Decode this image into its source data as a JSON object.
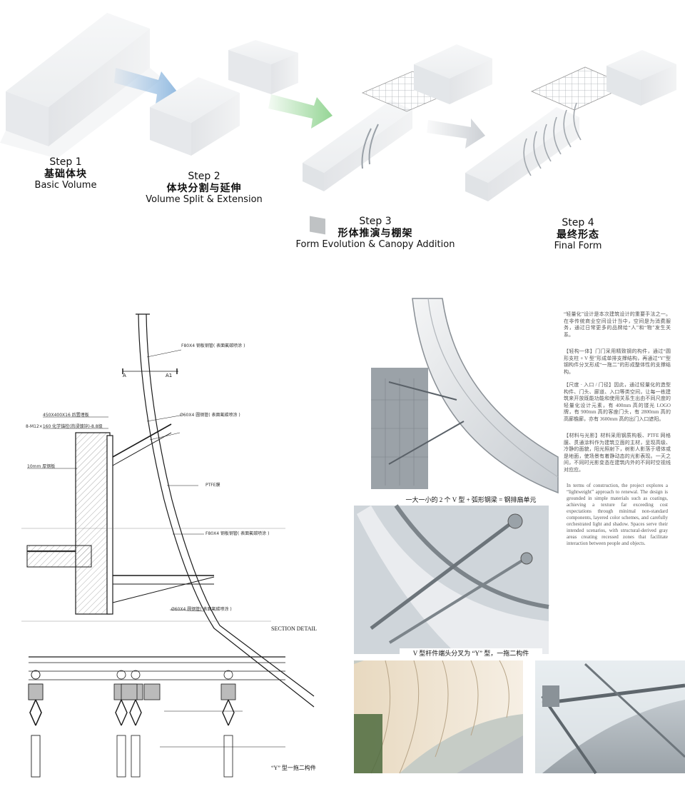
{
  "steps": [
    {
      "step": "Step 1",
      "cn": "基础体块",
      "en": "Basic Volume"
    },
    {
      "step": "Step 2",
      "cn": "体块分割与延伸",
      "en": "Volume Split & Extension"
    },
    {
      "step": "Step 3",
      "cn": "形体推演与棚架",
      "en": "Form Evolution & Canopy Addition"
    },
    {
      "step": "Step 4",
      "cn": "最终形态",
      "en": "Final Form"
    }
  ],
  "section_detail": {
    "title": "SECTION DETAIL",
    "labels": {
      "tube_top": "F80X4 钢板钢管( 表面氟碳喷涂 )",
      "tube_60_top": "Ø60X4 圆钢管( 表面氟碳喷涂 )",
      "tube_mid": "F80X4 钢板钢管( 表面氟碳喷涂 )",
      "tube_60_bottom": "Ø60X4 圆钢管( 表面氟碳喷涂 )",
      "plate": "450X400X16 后置埋板",
      "bolts": "8-M12×160 化学锚栓(热浸镀锌)-8.8级",
      "glass": "10mm 厚钢板",
      "membrane": "PTFE膜",
      "cut_a": "A",
      "cut_a1": "A1"
    }
  },
  "bottom_detail_caption": "“Y” 型一拖二构件",
  "photo_captions": {
    "photo1": "一大一小的 2 个 V 型 + 弧形钢梁 = 钢排扇单元",
    "photo2": "V 型杆件端头分叉为 “Y” 型，一拖二构件"
  },
  "notes": {
    "p1": "“轻量化”设计是本次建筑设计的重要手法之一。在非传统商业空间设计当中，空间是为消费服务，通过日常更多的品牌给“人”和“物”发生关系。",
    "p2": "【轻构一体】门门采用精致钢的构件，通过“圆形支柱 + V 型”形成单排支撑结构，再通过“Y”型钢构件分叉形成“一拖二”的形成整体性的支撑结构。",
    "p3": "【尺度 · 入口 / 门径】因此，通过轻量化的造型构件、门头、廊道、入口等类空间，让每一栋建筑来开放既能功能和使用关系生出由不同尺度的轻量化设计元素，有 400mm 高的镂光 LOGO 牌，有 900mm 高的客座门头，有 2800mm 高的高廊檐廊，亦有 3600mm 高的出门入口遮阳。",
    "p4": "【材料与光影】材料采用钢质构板、PTFE 网格膜、贯通涂料作为建筑立面的主材，呈现高级、冷静的面貌，阳光照射下，树影人影落于墙体或是地面，使场景有着静动态的光影表现。一天之间，不同时光影变态在建筑内外的不同时空视线对应应。",
    "p5": "In terms of construction, the project explores a “lightweight” approach to renewal. The design is grounded in simple materials such as coatings, achieving a texture far exceeding cost expectations through minimal non-standard components, layered color schemes, and carefully orchestrated light and shadow. Spaces serve their intended scenarios, with structural-derived gray areas creating recessed zones that facilitate interaction between people and objects."
  },
  "colors": {
    "arrow_blue": "#8fb8df",
    "arrow_green": "#8fd38f",
    "arrow_grey": "#c9cdd2",
    "drawing_line": "#1a1a1a",
    "hatch": "#666666"
  }
}
